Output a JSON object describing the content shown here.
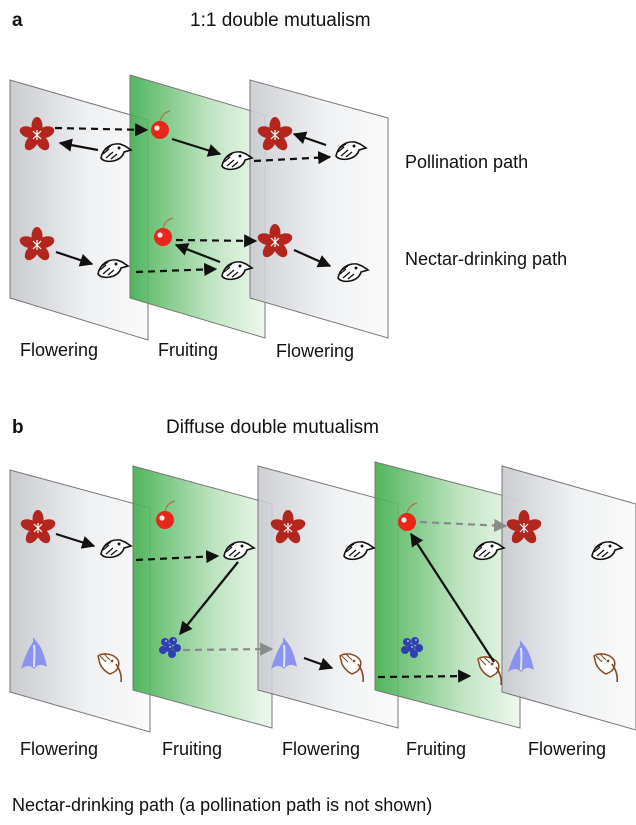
{
  "panel_a": {
    "letter": "a",
    "title": "1:1 double mutualism",
    "path_labels": [
      "Pollination path",
      "Nectar-drinking path"
    ],
    "plane_labels": [
      "Flowering",
      "Fruiting",
      "Flowering"
    ]
  },
  "panel_b": {
    "letter": "b",
    "title": "Diffuse double mutualism",
    "plane_labels": [
      "Flowering",
      "Fruiting",
      "Flowering",
      "Fruiting",
      "Flowering"
    ],
    "caption": "Nectar-drinking path (a pollination path is not shown)"
  },
  "colors": {
    "flowering_plane": "#d4d6da",
    "fruiting_plane": "#4fb85a",
    "flower": "#b3261e",
    "cherry": "#e8261b",
    "berries": "#2f3fb0",
    "bellflower": "#8a94f0",
    "finch": "#8a4a22",
    "arrow": "#111111",
    "faded_arrow": "#8a8a8a"
  },
  "icons": [
    "red-flower-icon",
    "red-fruit-icon",
    "black-bird-head-icon",
    "blue-berries-icon",
    "blue-bellflower-icon",
    "brown-bird-head-icon"
  ]
}
